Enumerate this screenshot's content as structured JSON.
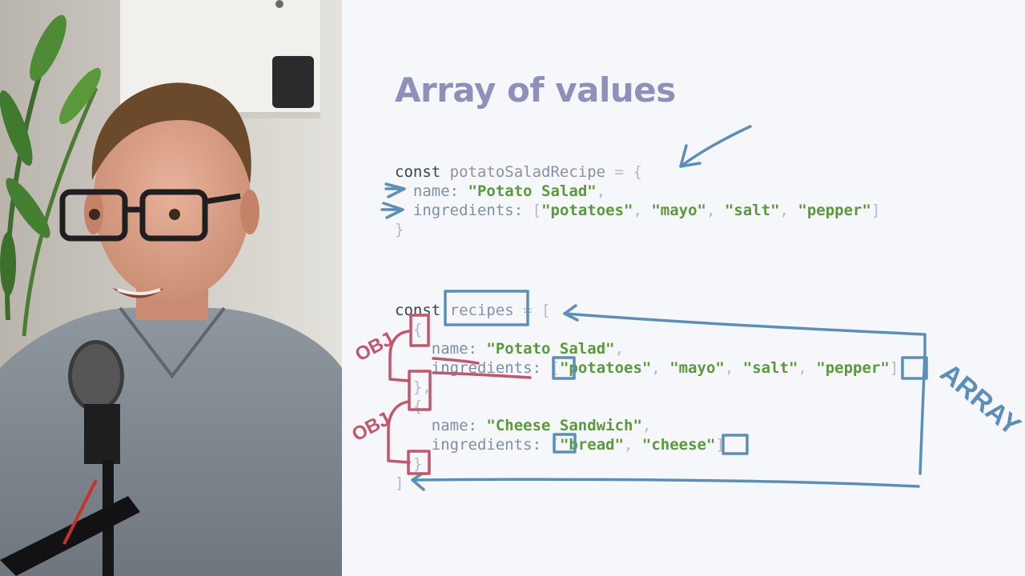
{
  "slide": {
    "title": "Array of values",
    "code1": {
      "line1": {
        "kw": "const",
        "var": "potatoSaladRecipe",
        "punct": " = {"
      },
      "line2": {
        "indent": "  ",
        "key": "name",
        "colon": ": ",
        "value": "\"Potato Salad\"",
        "comma": ","
      },
      "line3": {
        "indent": "  ",
        "key": "ingredients",
        "colon": ": ",
        "open": "[",
        "items": [
          "\"potatoes\"",
          "\"mayo\"",
          "\"salt\"",
          "\"pepper\""
        ],
        "sep": ", ",
        "close": "]"
      },
      "line4": "}"
    },
    "code2": {
      "line1": {
        "kw": "const",
        "var": "recipes",
        "punct": " = ["
      },
      "obj_open": "  {",
      "obj_close": "  },",
      "obj_close_last": "  }",
      "item1": {
        "name_key": "name",
        "name_value": "\"Potato Salad\"",
        "ingredients_key": "ingredients",
        "items": [
          "\"potatoes\"",
          "\"mayo\"",
          "\"salt\"",
          "\"pepper\""
        ]
      },
      "item2": {
        "name_key": "name",
        "name_value": "\"Cheese Sandwich\"",
        "ingredients_key": "ingredients",
        "items": [
          "\"bread\"",
          "\"cheese\""
        ]
      },
      "close": "]"
    },
    "annotations": {
      "obj_label_1": "OBJ",
      "obj_label_2": "OBJ",
      "array_label": "ARRAY"
    }
  },
  "colors": {
    "slide_bg": "#f6f7fa",
    "title": "#8f8fba",
    "string": "#5a9a3a",
    "annotation_blue": "#5b8fb8",
    "annotation_red": "#c2566a"
  }
}
